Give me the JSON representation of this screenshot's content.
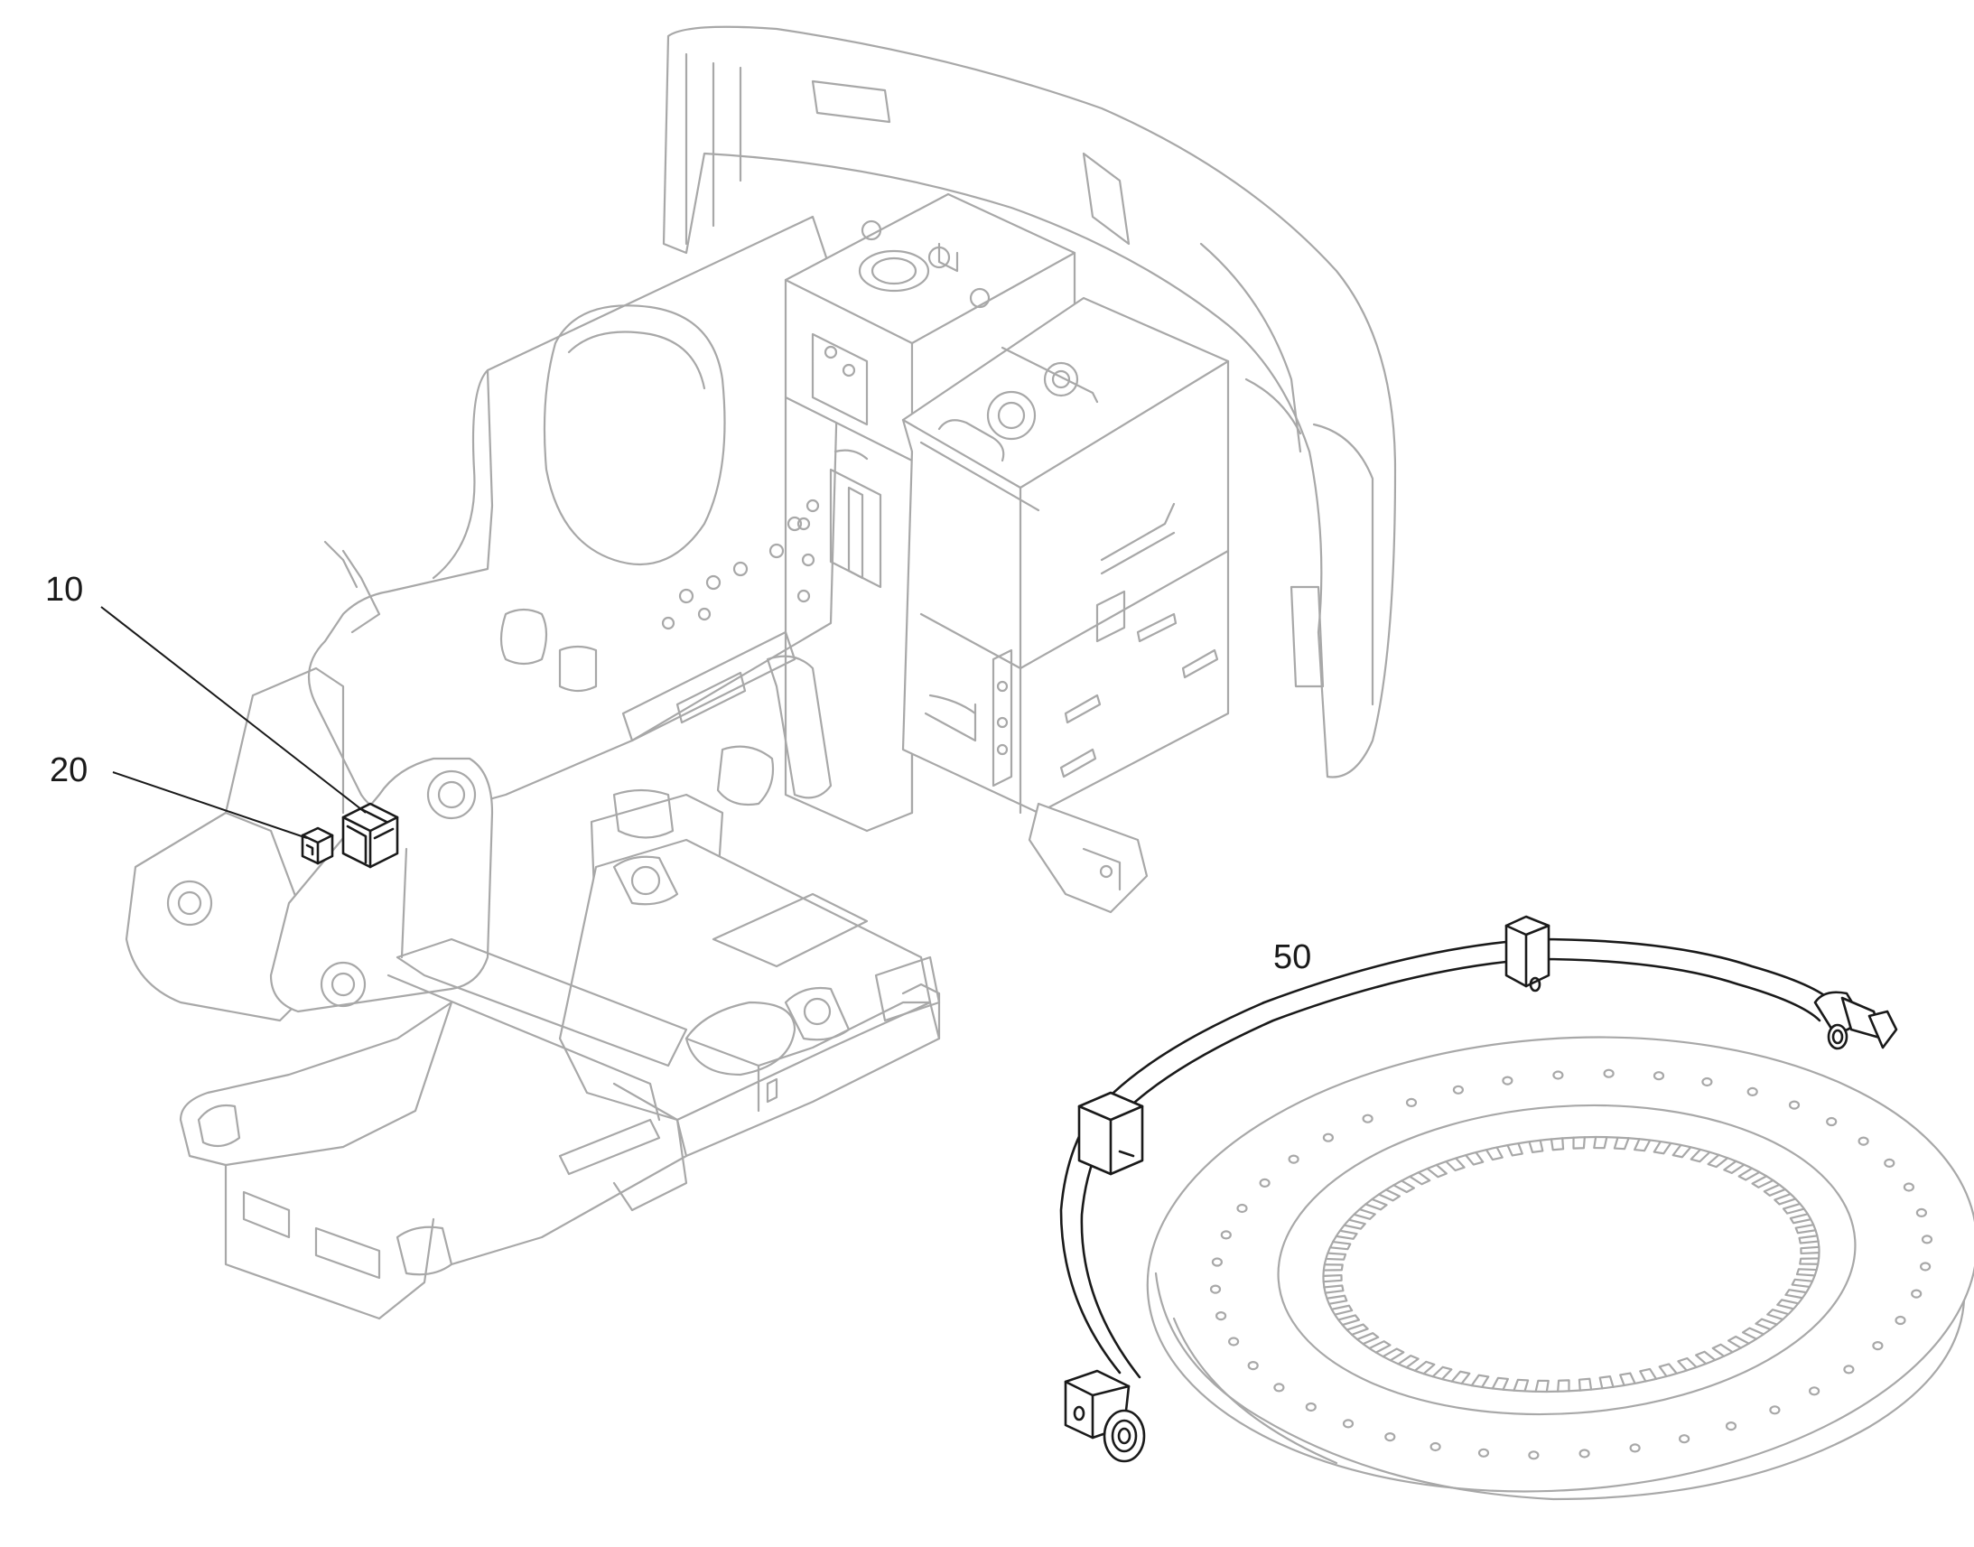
{
  "callouts": [
    {
      "id": "c10",
      "label": "10",
      "part": "block-large"
    },
    {
      "id": "c20",
      "label": "20",
      "part": "block-small"
    },
    {
      "id": "c50",
      "label": "50",
      "part": "hose-assembly"
    }
  ],
  "colors": {
    "context_lines": "#a8a8a8",
    "highlight_lines": "#1a1a1a",
    "background": "#ffffff"
  }
}
